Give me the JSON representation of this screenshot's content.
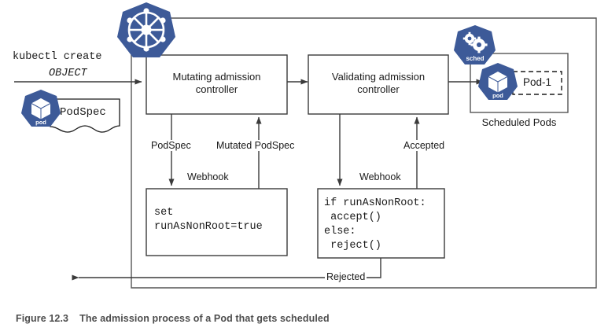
{
  "figure": {
    "number": "Figure 12.3",
    "title": "The admission process of a Pod that gets scheduled"
  },
  "colors": {
    "kubernetes_blue": "#3d5a98",
    "line": "#3a3a3a",
    "frame": "#555555",
    "caption_gray": "#4d4d4d",
    "background": "#ffffff"
  },
  "input": {
    "command": "kubectl create",
    "object": "OBJECT",
    "podspec_doc_label": "PodSpec",
    "podspec_icon": "kubernetes-pod-icon",
    "podspec_icon_text": "pod"
  },
  "cluster_icon": {
    "name": "kubernetes-helm-wheel-icon"
  },
  "boxes": [
    {
      "id": "mutating-admission-controller",
      "label": "Mutating admission\ncontroller"
    },
    {
      "id": "validating-admission-controller",
      "label": "Validating admission\ncontroller"
    }
  ],
  "webhooks": [
    {
      "id": "mutating-webhook",
      "title": "Webhook",
      "code": "set\nrunAsNonRoot=true"
    },
    {
      "id": "validating-webhook",
      "title": "Webhook",
      "code": "if runAsNonRoot:\n accept()\nelse:\n reject()"
    }
  ],
  "edge_labels": {
    "podspec": "PodSpec",
    "mutated_podspec": "Mutated PodSpec",
    "accepted": "Accepted",
    "rejected": "Rejected"
  },
  "scheduled": {
    "caption": "Scheduled Pods",
    "pod_name": "Pod-1",
    "scheduler_icon": "kubernetes-scheduler-icon",
    "scheduler_icon_text": "sched",
    "pod_icon": "kubernetes-pod-icon",
    "pod_icon_text": "pod"
  }
}
